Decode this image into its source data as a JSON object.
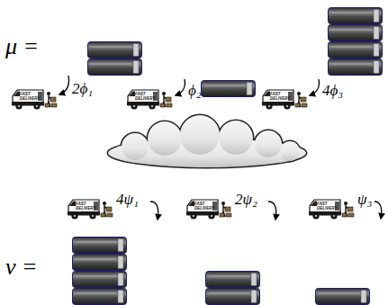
{
  "diagram": {
    "labels": [
      "μ =",
      "FAST DELIVERY",
      "2ϕ₁",
      "FAST DELIVERY",
      "ϕ₂",
      "FAST DELIVERY",
      "4ϕ₃",
      "FAST DELIVERY",
      "4ψ₁",
      "FAST DELIVERY",
      "2ψ₂",
      "FAST DELIVERY",
      "ψ₃",
      "ν ="
    ]
  }
}
